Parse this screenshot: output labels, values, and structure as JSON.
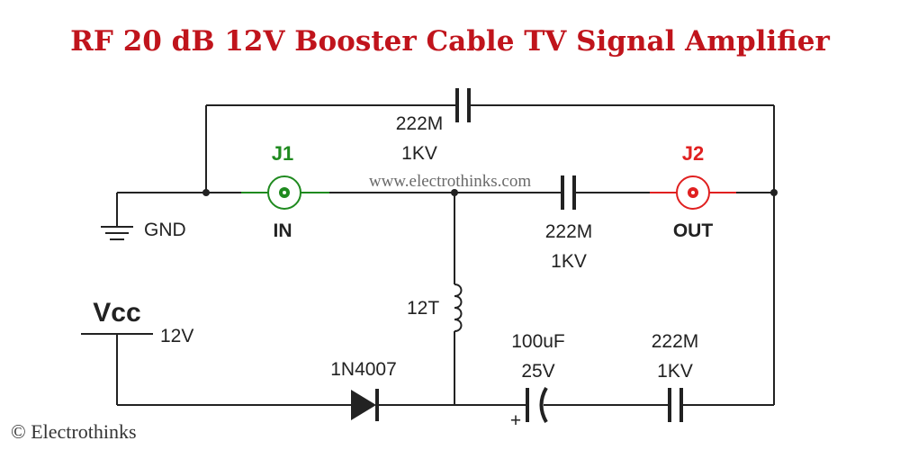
{
  "title": "RF 20 dB 12V Booster Cable TV Signal Amplifier",
  "website": "www.electrothinks.com",
  "copyright": "© Electrothinks",
  "colors": {
    "title": "#c0141c",
    "j1": "#1f8a1f",
    "j2": "#e02020",
    "wire": "#222222"
  },
  "ground": {
    "label": "GND",
    "icon": "ground-icon"
  },
  "supply": {
    "name": "Vcc",
    "voltage": "12V",
    "icon": "battery-icon"
  },
  "components": {
    "j1": {
      "ref": "J1",
      "role": "IN",
      "icon": "coax-connector-icon"
    },
    "j2": {
      "ref": "J2",
      "role": "OUT",
      "icon": "coax-connector-icon"
    },
    "c_top": {
      "value": "222M",
      "rating": "1KV",
      "icon": "capacitor-icon"
    },
    "c_series": {
      "value": "222M",
      "rating": "1KV",
      "icon": "capacitor-icon"
    },
    "coil": {
      "turns": "12T",
      "icon": "inductor-icon"
    },
    "diode": {
      "part": "1N4007",
      "icon": "diode-icon"
    },
    "c_elec": {
      "value": "100uF",
      "rating": "25V",
      "polarity": "+",
      "icon": "electrolytic-capacitor-icon"
    },
    "c_bottom": {
      "value": "222M",
      "rating": "1KV",
      "icon": "capacitor-icon"
    }
  }
}
